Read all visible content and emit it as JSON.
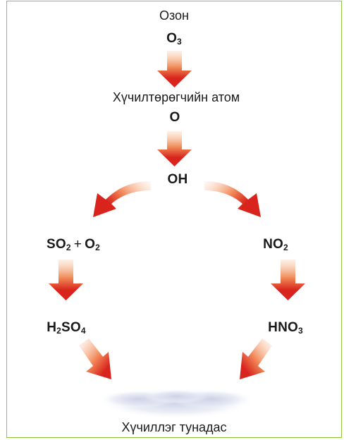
{
  "ozone": {
    "label": "Озон",
    "formula": "O",
    "sub": "3"
  },
  "atomic_oxygen": {
    "label": "Хүчилтөрөгчийн атом",
    "formula": "O"
  },
  "hydroxyl": {
    "formula": "OH"
  },
  "sulfur_branch": {
    "reactant_a": "SO",
    "reactant_a_sub": "2",
    "plus": "+",
    "reactant_b": "O",
    "reactant_b_sub": "2",
    "product_pre": "H",
    "product_pre_sub": "2",
    "product_mid": "SO",
    "product_mid_sub": "4"
  },
  "nitrogen_branch": {
    "reactant": "NO",
    "reactant_sub": "2",
    "product": "HNO",
    "product_sub": "3"
  },
  "result": {
    "label": "Хүчиллэг тунадас"
  },
  "colors": {
    "arrow_red": "#d8241c",
    "arrow_fade": "#f6b98c",
    "frame_green": "#8cc63f",
    "cloud": "#cdd2e6"
  }
}
